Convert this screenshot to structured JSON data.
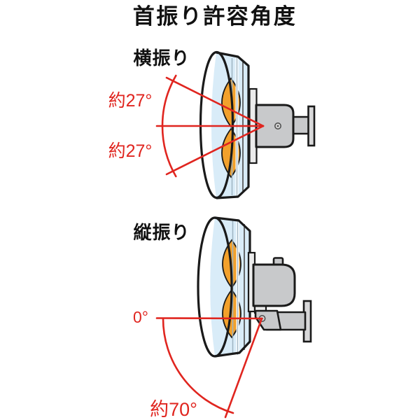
{
  "title": "首振り許容角度",
  "sections": {
    "horizontal": {
      "label": "横振り",
      "upper_angle": "約27°",
      "lower_angle": "約27°"
    },
    "vertical": {
      "label": "縦振り",
      "zero_angle": "0°",
      "sweep_angle": "約70°"
    }
  },
  "colors": {
    "red": "#e0251f",
    "guard_blue": "#d9ecf8",
    "blade_orange": "#f2a12c",
    "motor_gray": "#c8c9cb",
    "bracket_gray": "#d8d8d9",
    "outline": "#1a1a1a"
  }
}
